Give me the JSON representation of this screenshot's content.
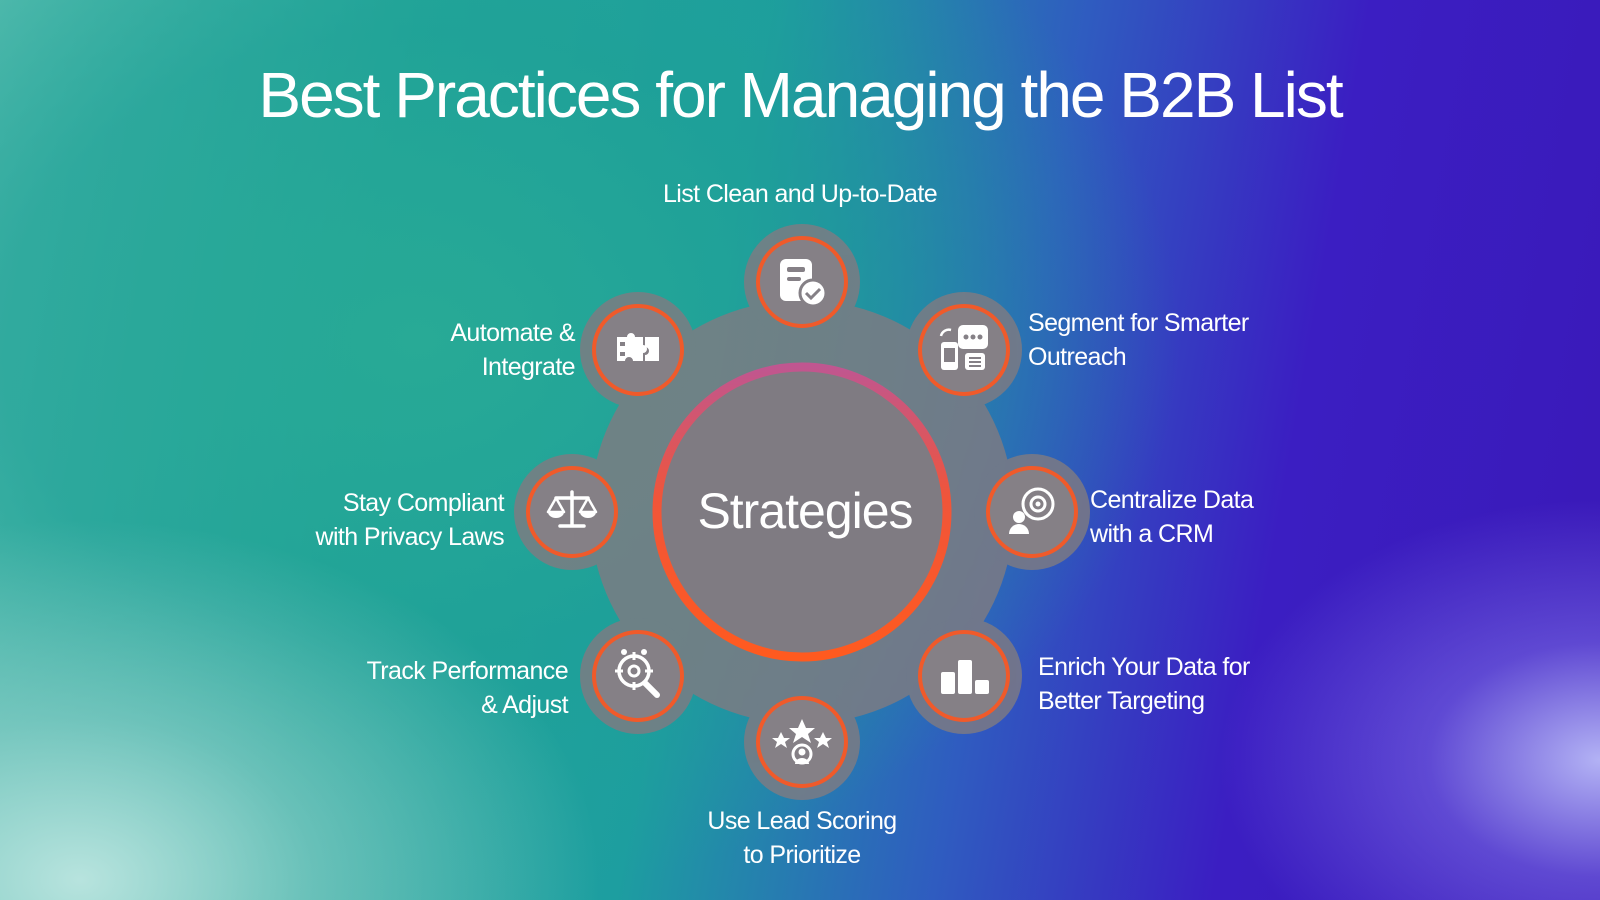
{
  "title": "Best Practices for Managing the B2B List",
  "center_label": "Strategies",
  "colors": {
    "hub_fill": "#807c82",
    "ring_top": "#c05690",
    "ring_bottom": "#ff5a1f",
    "node_fill": "#858086",
    "node_ring": "#f05a2a",
    "text": "#ffffff"
  },
  "strategies": [
    {
      "id": "clean",
      "label": "List Clean and Up-to-Date",
      "icon": "document-check-icon"
    },
    {
      "id": "segment",
      "label": "Segment for Smarter\nOutreach",
      "icon": "chat-devices-icon"
    },
    {
      "id": "centralize",
      "label": "Centralize Data\nwith a CRM",
      "icon": "user-target-icon"
    },
    {
      "id": "enrich",
      "label": "Enrich Your Data for\nBetter Targeting",
      "icon": "bar-chart-icon"
    },
    {
      "id": "scoring",
      "label": "Use Lead Scoring\nto Prioritize",
      "icon": "star-user-icon"
    },
    {
      "id": "track",
      "label": "Track Performance\n& Adjust",
      "icon": "target-magnifier-icon"
    },
    {
      "id": "compliant",
      "label": "Stay Compliant\nwith Privacy Laws",
      "icon": "scales-icon"
    },
    {
      "id": "automate",
      "label": "Automate &\nIntegrate",
      "icon": "puzzle-icon"
    }
  ]
}
